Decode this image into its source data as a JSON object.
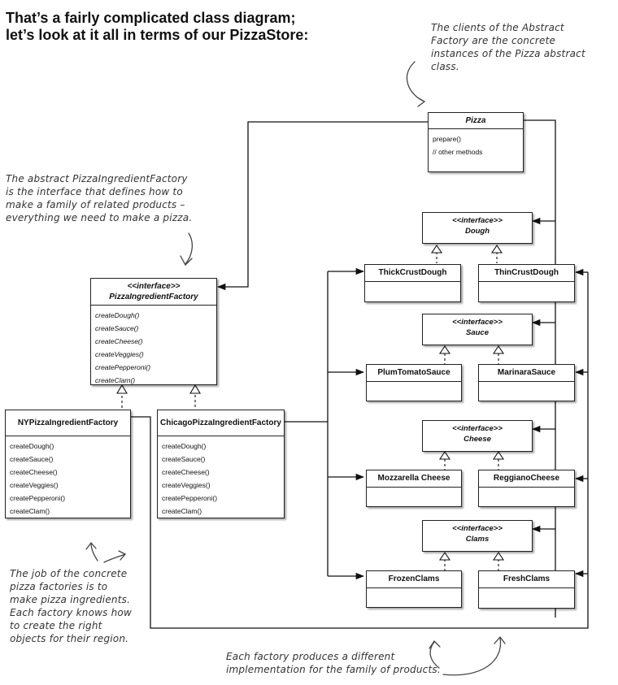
{
  "title": "That’s a fairly complicated class diagram; let’s look at it all in terms of our PizzaStore:",
  "notes": {
    "clients": "The clients of the Abstract Factory are the concrete instances of the Pizza abstract class.",
    "abstract_factory": "The abstract PizzaIngredientFactory is the interface that defines how to make a family of related products – everything we need to make a pizza.",
    "concrete_factories": "The job of the concrete pizza factories is to make pizza ingredients. Each factory knows how to create the right objects for their region.",
    "families": "Each factory produces a different implementation for the family of products."
  },
  "pizza": {
    "name": "Pizza",
    "methods": [
      "prepare()",
      "// other methods"
    ]
  },
  "factory_interface": {
    "stereotype": "<<interface>>",
    "name": "PizzaIngredientFactory",
    "methods": [
      "createDough()",
      "createSauce()",
      "createCheese()",
      "createVeggies()",
      "createPepperoni()",
      "createClam()"
    ]
  },
  "ny_factory": {
    "name": "NYPizzaIngredientFactory",
    "methods": [
      "createDough()",
      "createSauce()",
      "createCheese()",
      "createVeggies()",
      "createPepperoni()",
      "createClam()"
    ]
  },
  "chicago_factory": {
    "name": "ChicagoPizzaIngredientFactory",
    "methods": [
      "createDough()",
      "createSauce()",
      "createCheese()",
      "createVeggies()",
      "createPepperoni()",
      "createClam()"
    ]
  },
  "interfaces": {
    "dough": {
      "stereotype": "<<interface>>",
      "name": "Dough"
    },
    "sauce": {
      "stereotype": "<<interface>>",
      "name": "Sauce"
    },
    "cheese": {
      "stereotype": "<<interface>>",
      "name": "Cheese"
    },
    "clams": {
      "stereotype": "<<interface>>",
      "name": "Clams"
    }
  },
  "products": {
    "thick_crust": "ThickCrustDough",
    "thin_crust": "ThinCrustDough",
    "plum_tomato": "PlumTomatoSauce",
    "marinara": "MarinaraSauce",
    "mozzarella": "Mozzarella Cheese",
    "reggiano": "ReggianoCheese",
    "frozen_clams": "FrozenClams",
    "fresh_clams": "FreshClams"
  }
}
